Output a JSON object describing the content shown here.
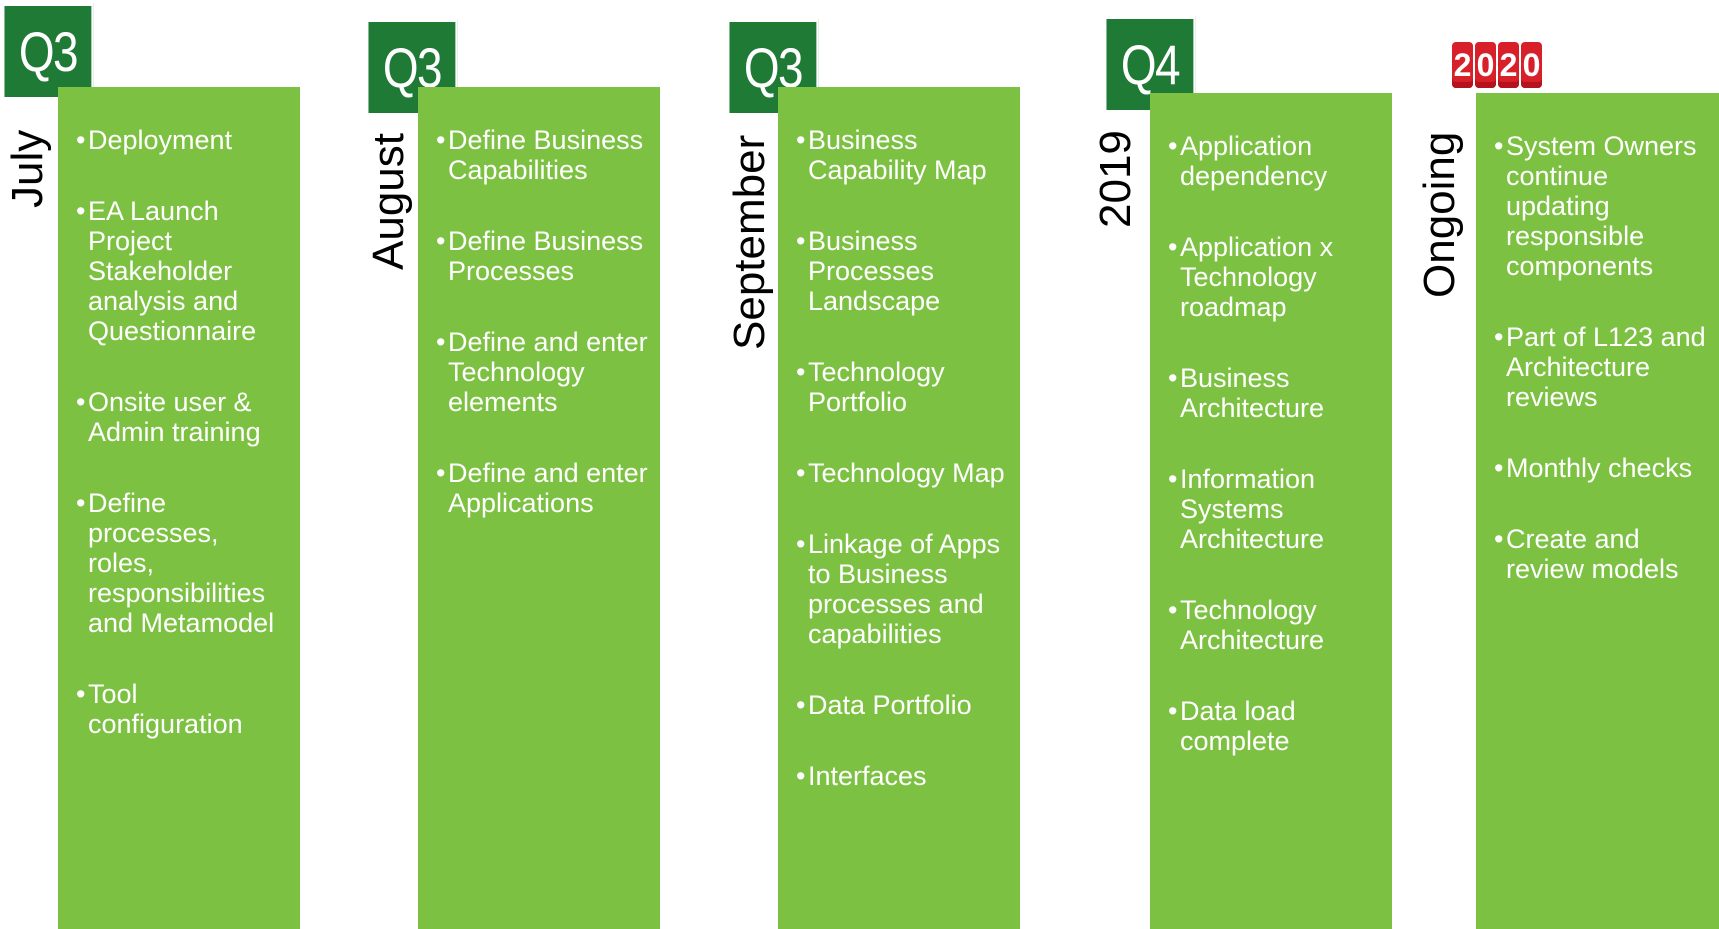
{
  "columns": [
    {
      "badge": "Q3",
      "label": "July",
      "items": [
        "Deployment",
        "EA Launch Project Stakeholder analysis and Questionnaire",
        "Onsite user & Admin training",
        "Define processes, roles, responsibilities and Metamodel",
        "Tool configuration"
      ]
    },
    {
      "badge": "Q3",
      "label": "August",
      "items": [
        "Define Business Capabilities",
        "Define Business Processes",
        "Define and enter Technology elements",
        "Define and enter Applications"
      ]
    },
    {
      "badge": "Q3",
      "label": "September",
      "items": [
        "Business Capability Map",
        "Business Processes Landscape",
        "Technology Portfolio",
        "Technology Map",
        "Linkage of Apps to Business processes and capabilities",
        "Data Portfolio",
        "Interfaces"
      ]
    },
    {
      "badge": "Q4",
      "label": "2019",
      "items": [
        "Application dependency",
        "Application x Technology roadmap",
        "Business Architecture",
        "Information Systems Architecture",
        "Technology Architecture",
        "Data load complete"
      ]
    },
    {
      "badge_year": [
        "2",
        "0",
        "2",
        "0"
      ],
      "label": "Ongoing",
      "items": [
        "System Owners continue updating responsible components",
        "Part of L123 and Architecture reviews",
        "Monthly checks",
        "Create and review models"
      ]
    }
  ],
  "bullet": "•",
  "colors": {
    "panel": "#7cc142",
    "badge": "#1f7a35",
    "year_tile": "#d8202a"
  }
}
